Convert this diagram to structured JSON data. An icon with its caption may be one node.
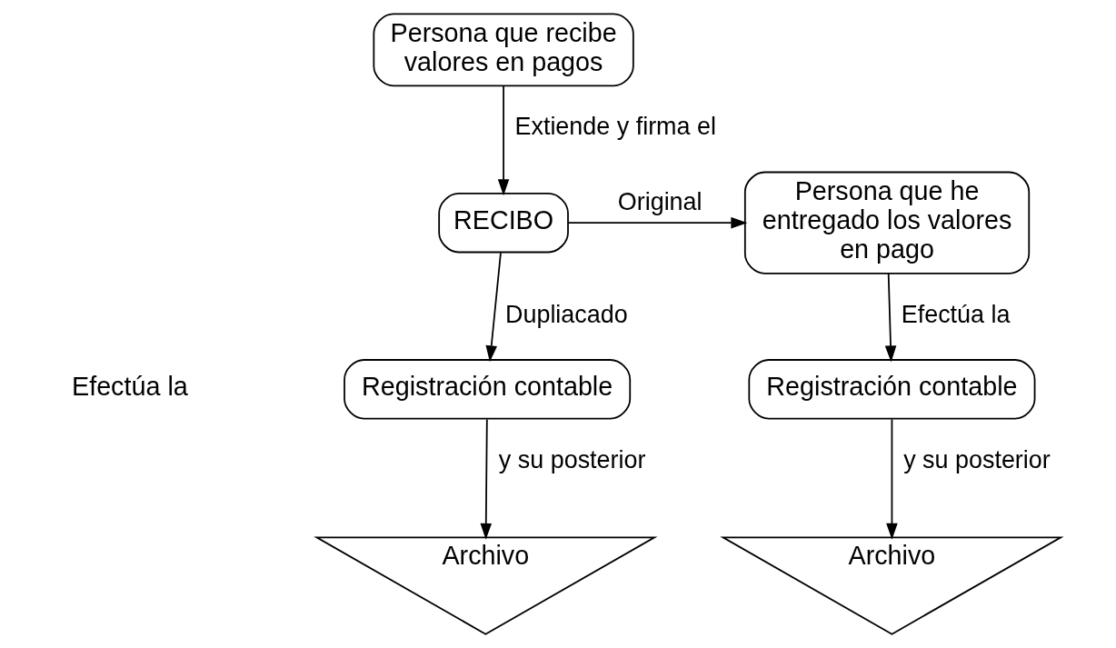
{
  "diagram": {
    "nodes": [
      {
        "text": [
          "Persona que recibe valores en pagos"
        ]
      },
      {
        "text": [
          "RECIBO"
        ]
      },
      {
        "text": [
          "Persona que he entregado los valores en pago"
        ]
      },
      {
        "text": [
          "Registración contable"
        ]
      },
      {
        "text": [
          "Archivo"
        ]
      },
      {
        "text": [
          "Registración contable"
        ]
      },
      {
        "text": [
          "Archivo"
        ]
      }
    ],
    "edges": [
      {
        "from": 0,
        "to": 1,
        "arrow": "to",
        "label": "Extiende y firma el"
      },
      {
        "from": 1,
        "to": 3,
        "arrow": "to",
        "label": "Dupliacado"
      },
      {
        "from": 1,
        "to": 2,
        "arrow": "to",
        "label": "Original"
      },
      {
        "from": 2,
        "to": 5,
        "arrow": "to",
        "label": "Efectúa la"
      },
      {
        "from": 3,
        "to": 4,
        "arrow": "to",
        "label": "y su posterior"
      },
      {
        "from": 5,
        "to": 6,
        "arrow": "to",
        "label": "y su posterior"
      }
    ],
    "labels": [
      "Efectúa la"
    ]
  }
}
